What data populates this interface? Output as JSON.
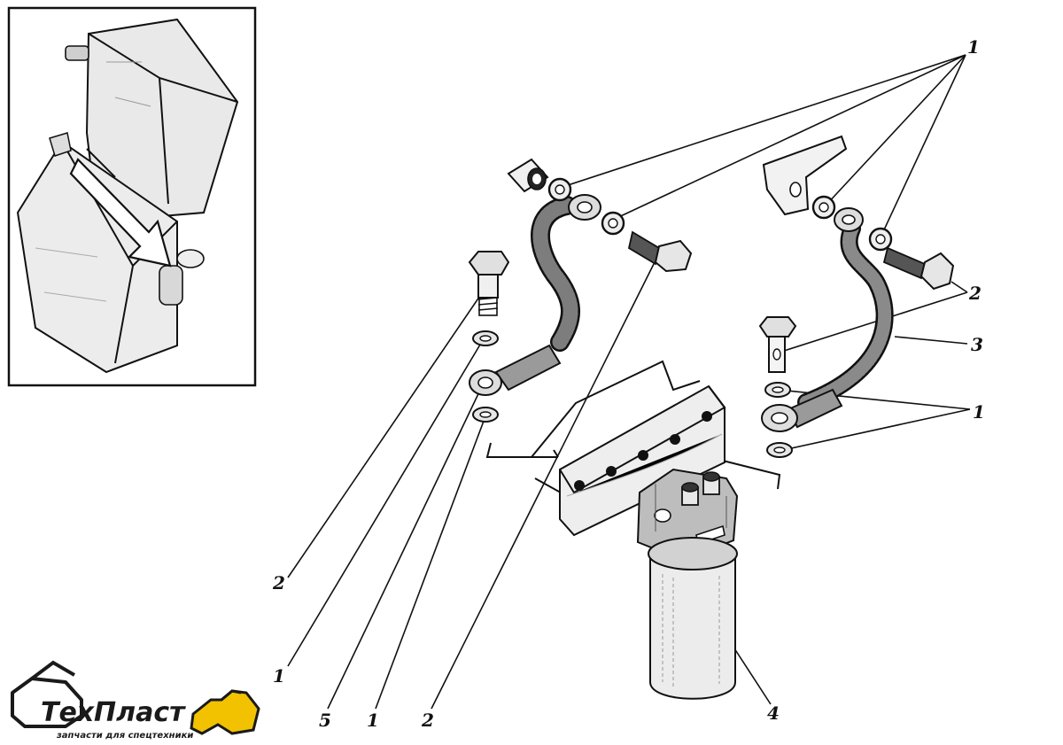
{
  "callouts": {
    "c1_top": "1",
    "c2_right": "2",
    "c3_right": "3",
    "c1_right": "1",
    "c2_left": "2",
    "c1_left": "1",
    "c5_bottom": "5",
    "c1_bottom": "1",
    "c2_bottom": "2",
    "c4_bottom": "4"
  },
  "logo": {
    "brand_a": "Тех",
    "brand_b": "Пласт",
    "tagline": "запчасти для спецтехники",
    "colors": {
      "accent": "#f2c200",
      "text": "#1a1a1a"
    }
  }
}
